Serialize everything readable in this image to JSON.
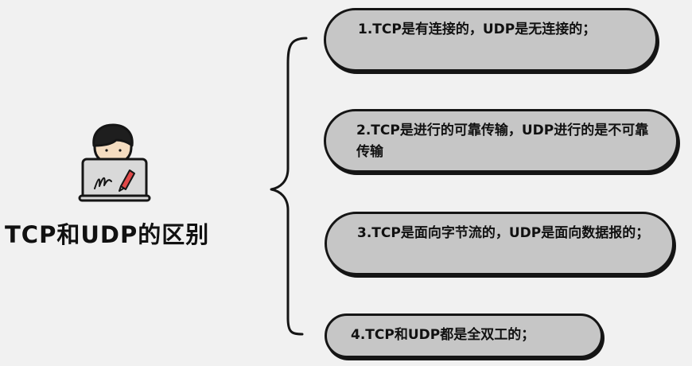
{
  "title": "TCP和UDP的区别",
  "items": [
    {
      "text": "1.TCP是有连接的，UDP是无连接的；"
    },
    {
      "text": "2.TCP是进行的可靠传输，UDP进行的是不可靠传输"
    },
    {
      "text": "3.TCP是面向字节流的，UDP是面向数据报的；"
    },
    {
      "text": "4.TCP和UDP都是全双工的；"
    }
  ],
  "icon": "person-at-laptop-icon"
}
